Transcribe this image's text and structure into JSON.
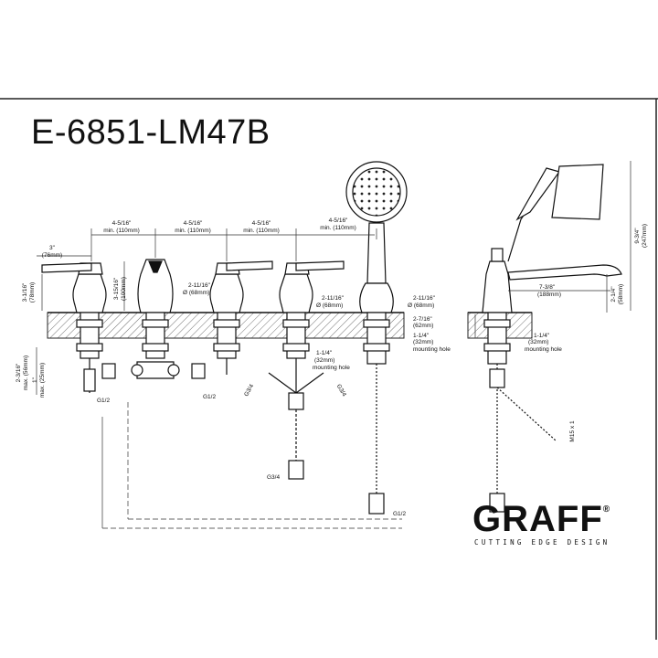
{
  "title": "E-6851-LM47B",
  "brand": {
    "name": "GRAFF",
    "reg": "®",
    "tagline": "CUTTING EDGE DESIGN"
  },
  "dims": {
    "handle_top": [
      "3\"",
      "(76mm)"
    ],
    "handle_height": [
      "3-1/16\"",
      "(78mm)"
    ],
    "spout_height": [
      "3-15/16\"",
      "(100mm)"
    ],
    "spacing1": [
      "4-5/16\"",
      "min. (110mm)"
    ],
    "spacing2": [
      "4-5/16\"",
      "min. (110mm)"
    ],
    "spacing3": [
      "4-5/16\"",
      "min. (110mm)"
    ],
    "spacing4": [
      "4-5/16\"",
      "min. (110mm)"
    ],
    "base_dia_spout": [
      "2-11/16\"",
      "Ø (68mm)"
    ],
    "base_dia_valve": [
      "2-11/16\"",
      "Ø (68mm)"
    ],
    "base_dia_hand": [
      "2-11/16\"",
      "Ø (68mm)"
    ],
    "deck_thick": [
      "2-7/16\"",
      "(62mm)"
    ],
    "hole_center": [
      "1-1/4\"",
      "(32mm)"
    ],
    "hole_right": [
      "1-1/4\"",
      "(32mm)"
    ],
    "mounting_hole": "mounting hole",
    "below_deck": [
      "2-3/16\"",
      "max. (56mm)"
    ],
    "below_deck2": [
      "1\"",
      "max. (25mm)"
    ],
    "reach": [
      "7-3/8\"",
      "(188mm)"
    ],
    "right_height": [
      "2-1/4\"",
      "(58mm)"
    ],
    "total_height": [
      "9-3/4\"",
      "(247mm)"
    ],
    "thread_g12_a": "G1/2",
    "thread_g12_b": "G1/2",
    "thread_g12_c": "G1/2",
    "thread_g34_a": "G3/4",
    "thread_g34_b": "G3/4",
    "thread_g34_c": "G3/4",
    "thread_m15": "M15 x 1"
  }
}
